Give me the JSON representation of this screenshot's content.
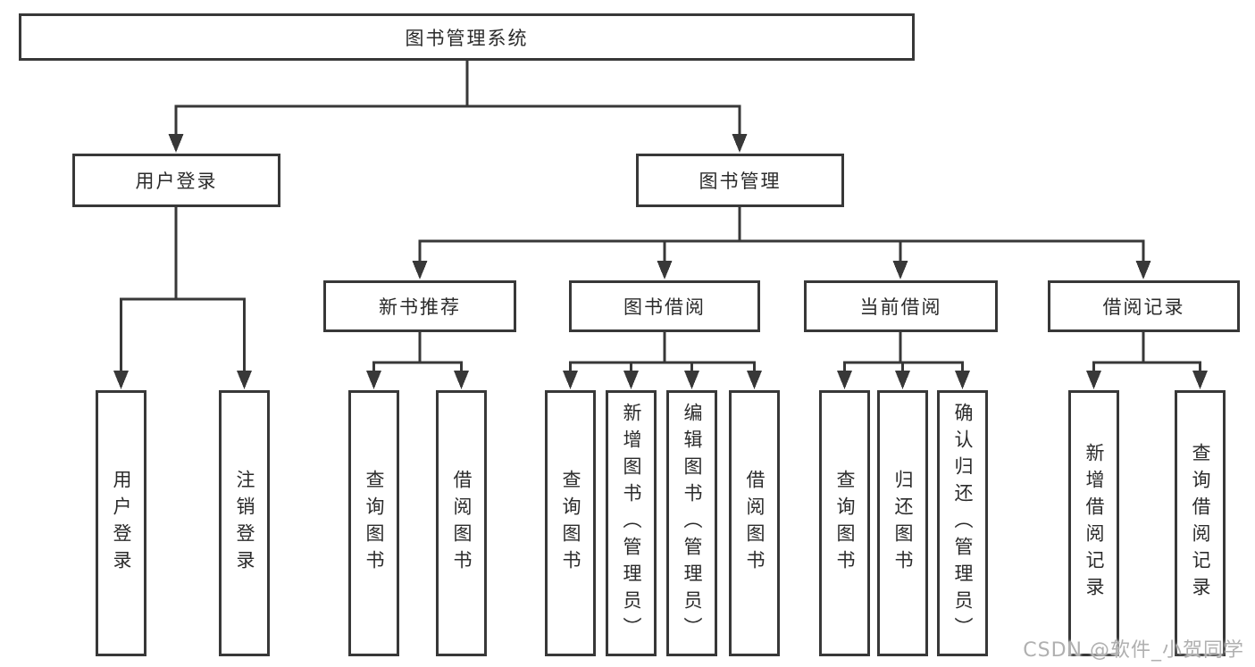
{
  "tree": {
    "root": {
      "label": "图书管理系统"
    },
    "children": [
      {
        "label": "用户登录",
        "leaves": [
          "用户登录",
          "注销登录"
        ]
      },
      {
        "label": "图书管理",
        "children": [
          {
            "label": "新书推荐",
            "leaves": [
              "查询图书",
              "借阅图书"
            ]
          },
          {
            "label": "图书借阅",
            "leaves": [
              "查询图书",
              "新增图书（管理员）",
              "编辑图书（管理员）",
              "借阅图书"
            ]
          },
          {
            "label": "当前借阅",
            "leaves": [
              "查询图书",
              "归还图书",
              "确认归还（管理员）"
            ]
          },
          {
            "label": "借阅记录",
            "leaves": [
              "新增借阅记录",
              "查询借阅记录"
            ]
          }
        ]
      }
    ]
  },
  "watermark": {
    "text": "CSDN @软件_小贺同学"
  },
  "colors": {
    "line": "#383838",
    "box_border": "#383838",
    "text": "#2b2b2b",
    "watermark": "#b0b0b0",
    "background": "#ffffff"
  }
}
